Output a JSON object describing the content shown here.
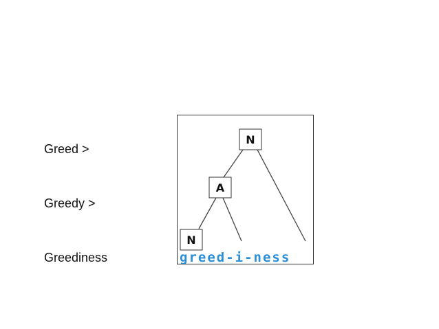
{
  "labels": [
    "Greed >",
    "Greedy >",
    "Greediness"
  ],
  "tree": {
    "nodes": [
      {
        "label": "N"
      },
      {
        "label": "A"
      },
      {
        "label": "N"
      }
    ],
    "word": "greed-i-ness",
    "colors": {
      "word": "#2a8fd8",
      "lines": "#444444",
      "node_border": "#333333"
    }
  }
}
